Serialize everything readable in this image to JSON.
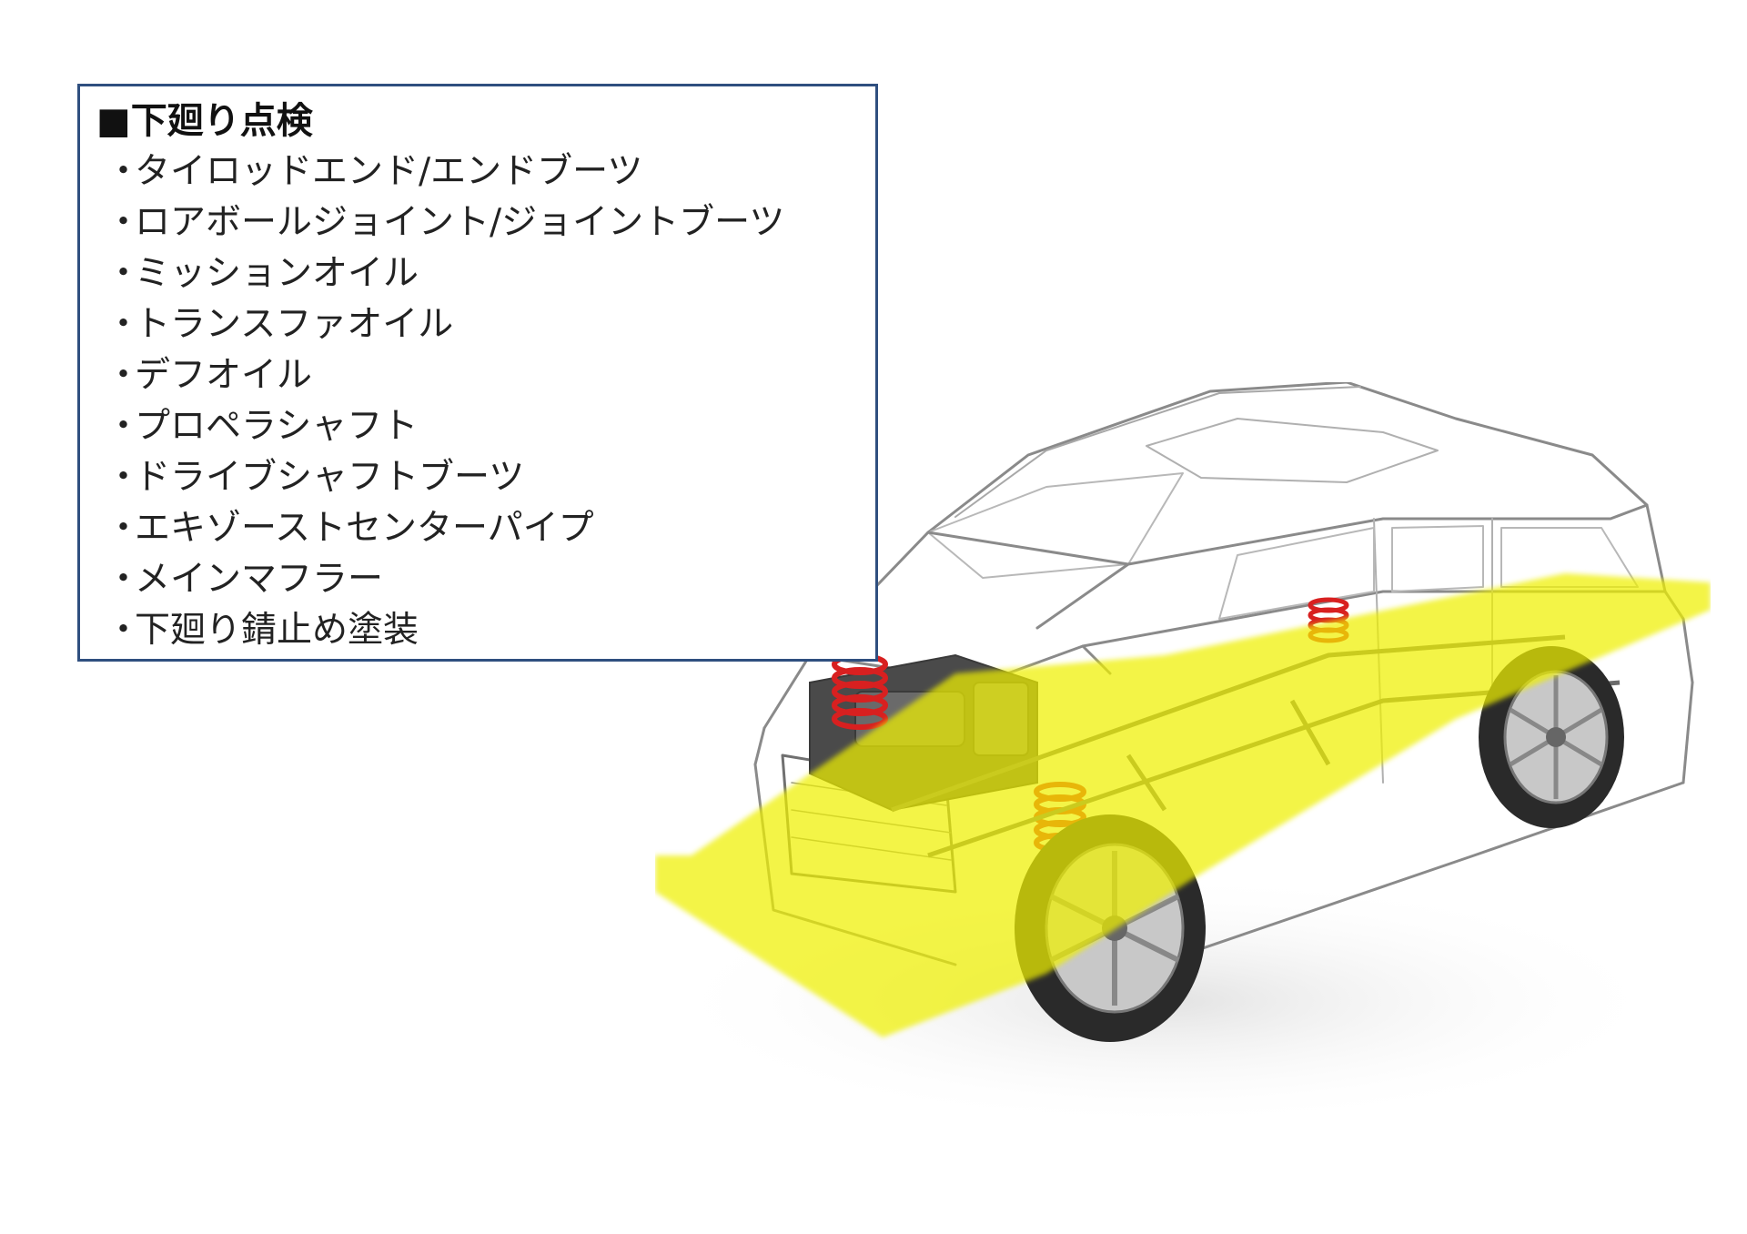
{
  "panel": {
    "title": "■下廻り点検",
    "bullet": "・",
    "items": [
      "タイロッドエンド/エンドブーツ",
      "ロアボールジョイント/ジョイントブーツ",
      "ミッションオイル",
      "トランスファオイル",
      "デフオイル",
      "プロペラシャフト",
      "ドライブシャフトブーツ",
      "エキゾーストセンターパイプ",
      "メインマフラー",
      "下廻り錆止め塗装"
    ]
  },
  "illustration": {
    "subject": "suv-xray-underbody",
    "highlight_color": "#eef000",
    "spring_color": "#d82020",
    "outline_color": "#8a8a8a"
  }
}
